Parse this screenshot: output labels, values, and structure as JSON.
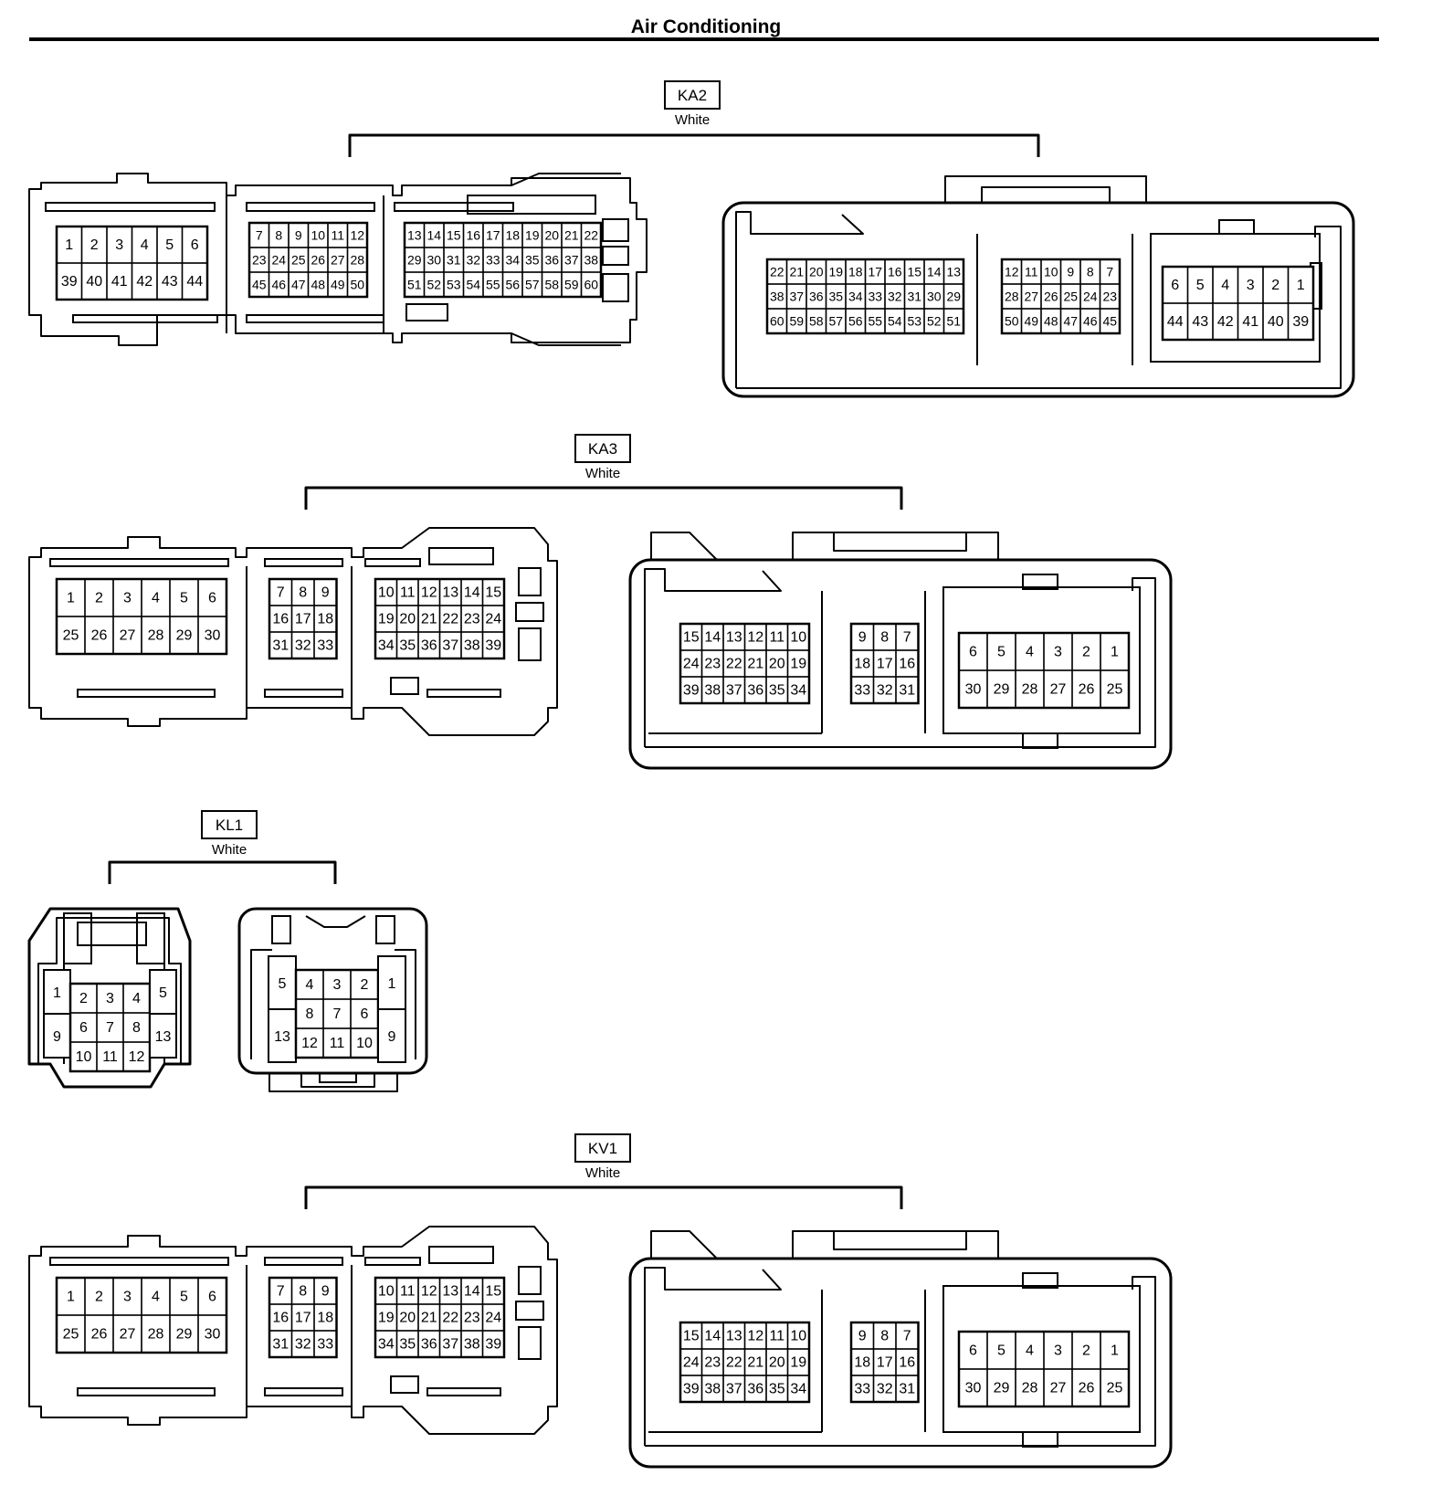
{
  "title": "Air Conditioning",
  "connectors": {
    "ka2": {
      "label": "KA2",
      "color": "White",
      "left": {
        "g1": [
          [
            "1",
            "2",
            "3",
            "4",
            "5",
            "6"
          ],
          [
            "39",
            "40",
            "41",
            "42",
            "43",
            "44"
          ]
        ],
        "g2": [
          [
            "7",
            "8",
            "9",
            "10",
            "11",
            "12"
          ],
          [
            "23",
            "24",
            "25",
            "26",
            "27",
            "28"
          ],
          [
            "45",
            "46",
            "47",
            "48",
            "49",
            "50"
          ]
        ],
        "g3": [
          [
            "13",
            "14",
            "15",
            "16",
            "17",
            "18",
            "19",
            "20",
            "21",
            "22"
          ],
          [
            "29",
            "30",
            "31",
            "32",
            "33",
            "34",
            "35",
            "36",
            "37",
            "38"
          ],
          [
            "51",
            "52",
            "53",
            "54",
            "55",
            "56",
            "57",
            "58",
            "59",
            "60"
          ]
        ]
      },
      "right": {
        "g1": [
          [
            "22",
            "21",
            "20",
            "19",
            "18",
            "17",
            "16",
            "15",
            "14",
            "13"
          ],
          [
            "38",
            "37",
            "36",
            "35",
            "34",
            "33",
            "32",
            "31",
            "30",
            "29"
          ],
          [
            "60",
            "59",
            "58",
            "57",
            "56",
            "55",
            "54",
            "53",
            "52",
            "51"
          ]
        ],
        "g2": [
          [
            "12",
            "11",
            "10",
            "9",
            "8",
            "7"
          ],
          [
            "28",
            "27",
            "26",
            "25",
            "24",
            "23"
          ],
          [
            "50",
            "49",
            "48",
            "47",
            "46",
            "45"
          ]
        ],
        "g3": [
          [
            "6",
            "5",
            "4",
            "3",
            "2",
            "1"
          ],
          [
            "44",
            "43",
            "42",
            "41",
            "40",
            "39"
          ]
        ]
      }
    },
    "ka3": {
      "label": "KA3",
      "color": "White",
      "left": {
        "g1": [
          [
            "1",
            "2",
            "3",
            "4",
            "5",
            "6"
          ],
          [
            "25",
            "26",
            "27",
            "28",
            "29",
            "30"
          ]
        ],
        "g2": [
          [
            "7",
            "8",
            "9"
          ],
          [
            "16",
            "17",
            "18"
          ],
          [
            "31",
            "32",
            "33"
          ]
        ],
        "g3": [
          [
            "10",
            "11",
            "12",
            "13",
            "14",
            "15"
          ],
          [
            "19",
            "20",
            "21",
            "22",
            "23",
            "24"
          ],
          [
            "34",
            "35",
            "36",
            "37",
            "38",
            "39"
          ]
        ]
      },
      "right": {
        "g1": [
          [
            "15",
            "14",
            "13",
            "12",
            "11",
            "10"
          ],
          [
            "24",
            "23",
            "22",
            "21",
            "20",
            "19"
          ],
          [
            "39",
            "38",
            "37",
            "36",
            "35",
            "34"
          ]
        ],
        "g2": [
          [
            "9",
            "8",
            "7"
          ],
          [
            "18",
            "17",
            "16"
          ],
          [
            "33",
            "32",
            "31"
          ]
        ],
        "g3": [
          [
            "6",
            "5",
            "4",
            "3",
            "2",
            "1"
          ],
          [
            "30",
            "29",
            "28",
            "27",
            "26",
            "25"
          ]
        ]
      }
    },
    "kl1": {
      "label": "KL1",
      "color": "White",
      "left": {
        "side_left": [
          "1",
          "9"
        ],
        "center": [
          [
            "2",
            "3",
            "4"
          ],
          [
            "6",
            "7",
            "8"
          ],
          [
            "10",
            "11",
            "12"
          ]
        ],
        "side_right": [
          "5",
          "13"
        ]
      },
      "right": {
        "side_left": [
          "5",
          "13"
        ],
        "center": [
          [
            "4",
            "3",
            "2"
          ],
          [
            "8",
            "7",
            "6"
          ],
          [
            "12",
            "11",
            "10"
          ]
        ],
        "side_right": [
          "1",
          "9"
        ]
      }
    },
    "kv1": {
      "label": "KV1",
      "color": "White",
      "left": {
        "g1": [
          [
            "1",
            "2",
            "3",
            "4",
            "5",
            "6"
          ],
          [
            "25",
            "26",
            "27",
            "28",
            "29",
            "30"
          ]
        ],
        "g2": [
          [
            "7",
            "8",
            "9"
          ],
          [
            "16",
            "17",
            "18"
          ],
          [
            "31",
            "32",
            "33"
          ]
        ],
        "g3": [
          [
            "10",
            "11",
            "12",
            "13",
            "14",
            "15"
          ],
          [
            "19",
            "20",
            "21",
            "22",
            "23",
            "24"
          ],
          [
            "34",
            "35",
            "36",
            "37",
            "38",
            "39"
          ]
        ]
      },
      "right": {
        "g1": [
          [
            "15",
            "14",
            "13",
            "12",
            "11",
            "10"
          ],
          [
            "24",
            "23",
            "22",
            "21",
            "20",
            "19"
          ],
          [
            "39",
            "38",
            "37",
            "36",
            "35",
            "34"
          ]
        ],
        "g2": [
          [
            "9",
            "8",
            "7"
          ],
          [
            "18",
            "17",
            "16"
          ],
          [
            "33",
            "32",
            "31"
          ]
        ],
        "g3": [
          [
            "6",
            "5",
            "4",
            "3",
            "2",
            "1"
          ],
          [
            "30",
            "29",
            "28",
            "27",
            "26",
            "25"
          ]
        ]
      }
    }
  }
}
